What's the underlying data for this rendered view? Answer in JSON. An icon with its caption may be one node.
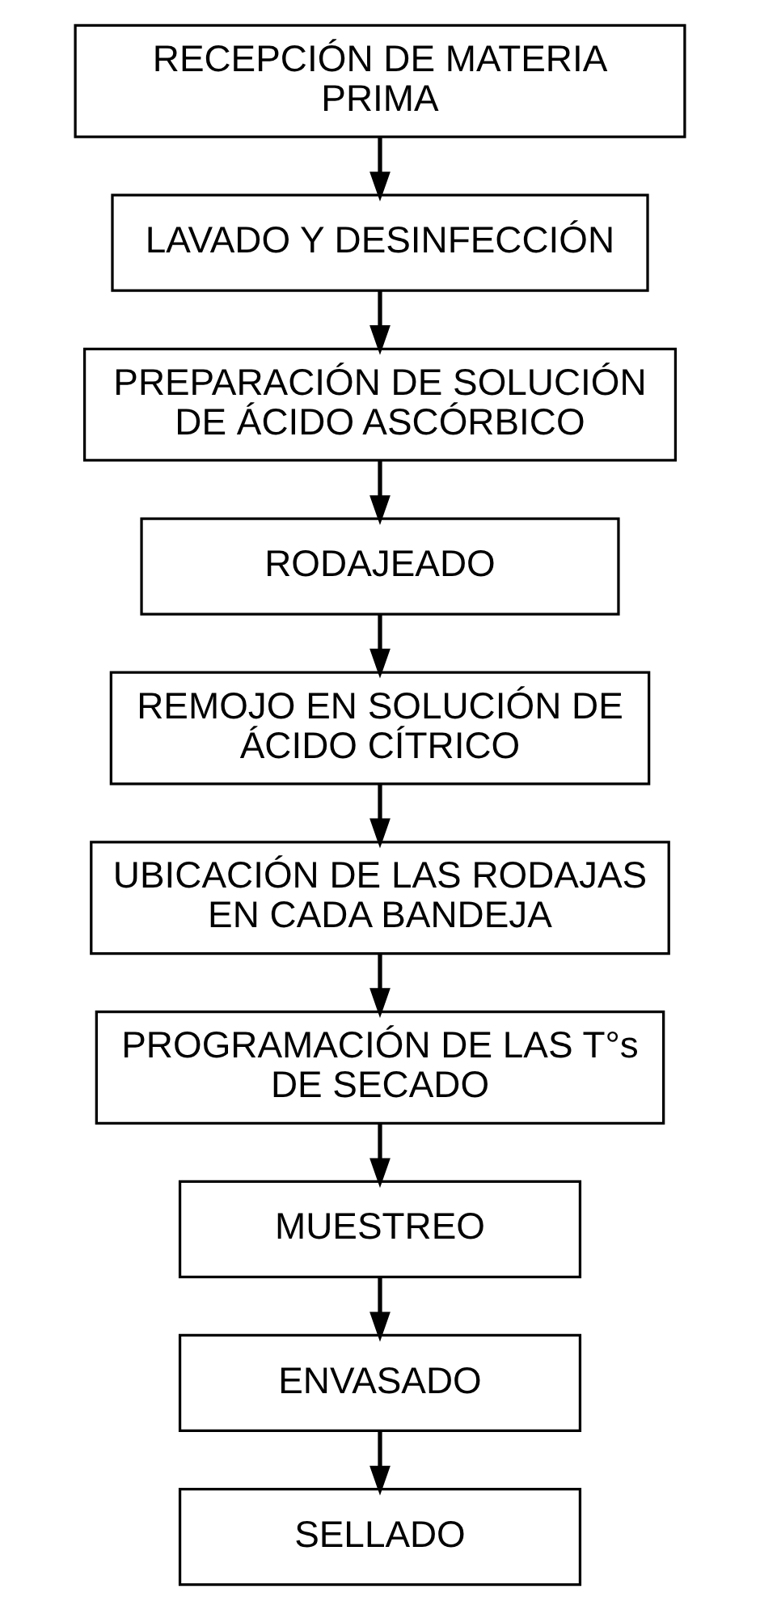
{
  "diagram": {
    "nodes": [
      {
        "text": [
          "RECEPCIÓN DE MATERIA PRIMA"
        ]
      },
      {
        "text": [
          "LAVADO Y DESINFECCIÓN"
        ]
      },
      {
        "text": [
          "PREPARACIÓN DE SOLUCIÓN DE ÁCIDO ASCÓRBICO"
        ]
      },
      {
        "text": [
          "RODAJEADO"
        ]
      },
      {
        "text": [
          "REMOJO EN SOLUCIÓN DE ÁCIDO CÍTRICO"
        ]
      },
      {
        "text": [
          "UBICACIÓN DE LAS RODAJAS EN CADA BANDEJA"
        ]
      },
      {
        "text": [
          "PROGRAMACIÓN DE LAS T°s DE SECADO"
        ]
      },
      {
        "text": [
          "MUESTREO"
        ]
      },
      {
        "text": [
          "ENVASADO"
        ]
      },
      {
        "text": [
          "SELLADO"
        ]
      }
    ],
    "edges": [
      {
        "from": 0,
        "to": 1,
        "arrow": "to"
      },
      {
        "from": 1,
        "to": 2,
        "arrow": "to"
      },
      {
        "from": 2,
        "to": 3,
        "arrow": "to"
      },
      {
        "from": 3,
        "to": 4,
        "arrow": "to"
      },
      {
        "from": 4,
        "to": 5,
        "arrow": "to"
      },
      {
        "from": 5,
        "to": 6,
        "arrow": "to"
      },
      {
        "from": 6,
        "to": 7,
        "arrow": "to"
      },
      {
        "from": 7,
        "to": 8,
        "arrow": "to"
      },
      {
        "from": 8,
        "to": 9,
        "arrow": "to"
      }
    ]
  }
}
